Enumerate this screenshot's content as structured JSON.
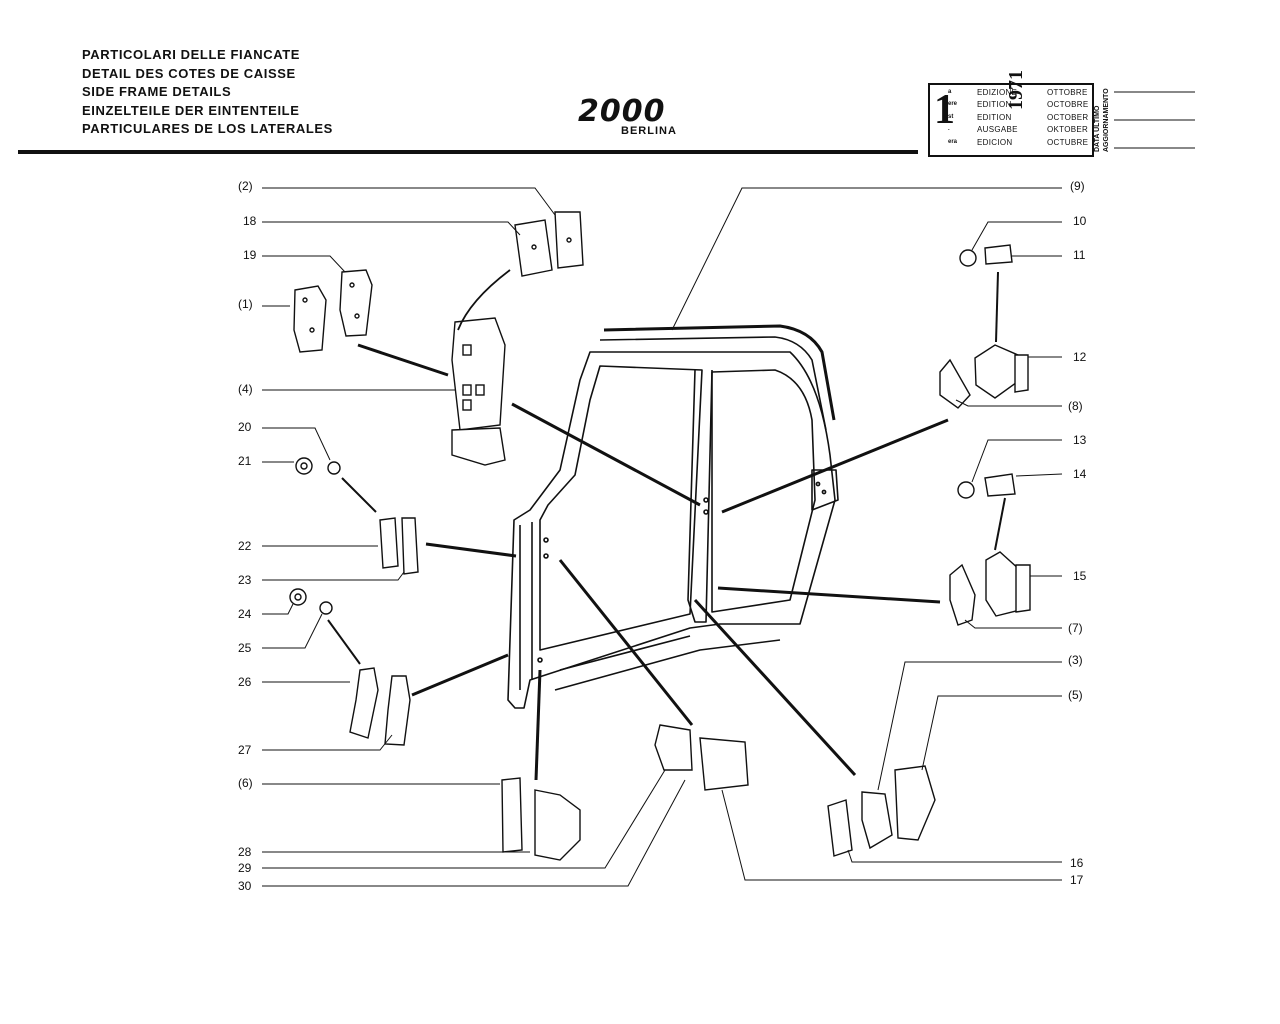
{
  "header": {
    "titles": [
      "PARTICOLARI DELLE FIANCATE",
      "DETAIL DES COTES DE CAISSE",
      "SIDE FRAME DETAILS",
      "EINZELTEILE DER EINTENTEILE",
      "PARTICULARES DE LOS LATERALES"
    ],
    "model": "2000",
    "model_sub": "BERLINA"
  },
  "edition": {
    "number": "1",
    "suffixes": [
      "a",
      "ere",
      "st",
      ".",
      "era"
    ],
    "labels": [
      "EDIZIONE",
      "EDITION",
      "EDITION",
      "AUSGABE",
      "EDICION"
    ],
    "year": "1971",
    "months": [
      "OTTOBRE",
      "OCTOBRE",
      "OCTOBER",
      "OKTOBER",
      "OCTUBRE"
    ],
    "update_label_1": "DATA ULTIMO",
    "update_label_2": "AGGIORNAMENTO"
  },
  "callouts": {
    "c2": "(2)",
    "c18": "18",
    "c19": "19",
    "c1": "(1)",
    "c4": "(4)",
    "c20": "20",
    "c21": "21",
    "c22": "22",
    "c23": "23",
    "c24": "24",
    "c25": "25",
    "c26": "26",
    "c27": "27",
    "c6": "(6)",
    "c28": "28",
    "c29": "29",
    "c30": "30",
    "c9": "(9)",
    "c10": "10",
    "c11": "11",
    "c12": "12",
    "c8": "(8)",
    "c13": "13",
    "c14": "14",
    "c15": "15",
    "c7": "(7)",
    "c3": "(3)",
    "c5": "(5)",
    "c16": "16",
    "c17": "17"
  }
}
